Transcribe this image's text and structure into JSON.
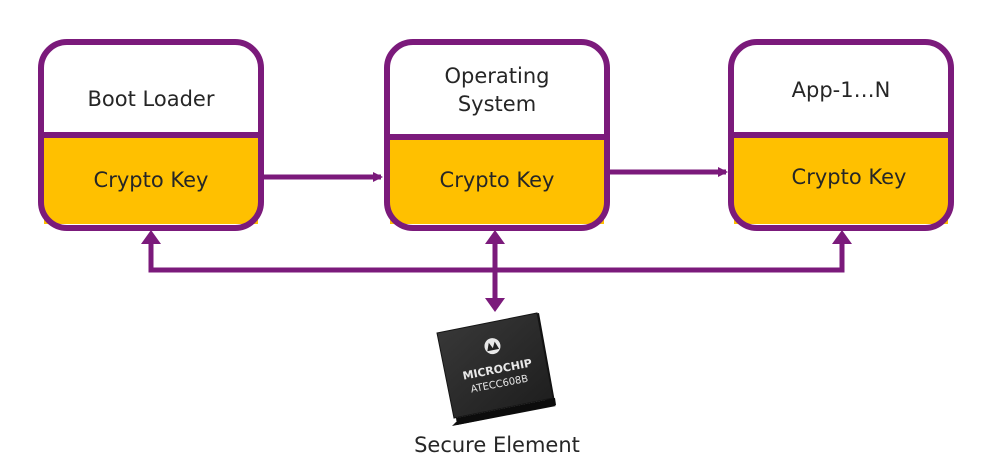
{
  "colors": {
    "frame": "#7B1A7B",
    "key_fill": "#FFC000",
    "box_fill": "#FFFFFF",
    "connector": "#7B1A7B",
    "chip_body": "#1E1E1E",
    "chip_top": "#2D2D2D",
    "label": "#262626"
  },
  "stages": [
    {
      "title_lines": [
        "Boot Loader"
      ],
      "key_label": "Crypto Key"
    },
    {
      "title_lines": [
        "Operating",
        "System"
      ],
      "key_label": "Crypto Key"
    },
    {
      "title_lines": [
        "App-1…N"
      ],
      "key_label": "Crypto Key"
    }
  ],
  "secure_element": {
    "caption": "Secure Element",
    "chip_brand": "MICROCHIP",
    "chip_part": "ATECC608B",
    "icon": "microchip-logo-icon"
  }
}
